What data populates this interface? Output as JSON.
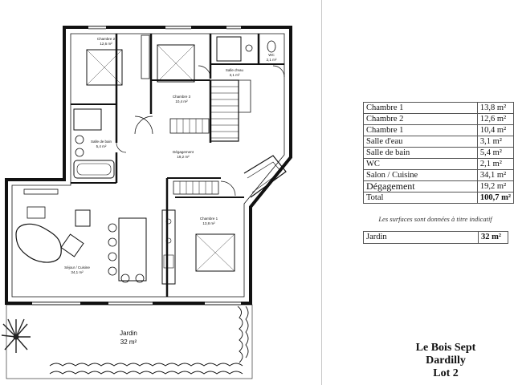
{
  "plan": {
    "rooms": {
      "chambre2": "Chambre 2",
      "chambre2_area": "12,6 m²",
      "chambre3": "Chambre 3",
      "chambre3_area": "10,4 m²",
      "salle_eau": "Salle d'eau",
      "salle_eau_area": "3,1 m²",
      "wc": "WC",
      "wc_area": "2,1 m²",
      "salle_bain": "Salle de bain",
      "salle_bain_area": "5,4 m²",
      "degagement": "Dégagement",
      "degagement_area": "19,2 m²",
      "chambre1": "Chambre 1",
      "chambre1_area": "13,8 m²",
      "sejour": "Séjour / Cuisine",
      "sejour_area": "34,1 m²",
      "jardin": "Jardin",
      "jardin_area": "32 m²"
    }
  },
  "surfaces": {
    "rows": [
      {
        "label": "Chambre 1",
        "value": "13,8 m²"
      },
      {
        "label": "Chambre 2",
        "value": "12,6 m²"
      },
      {
        "label": "Chambre 1",
        "value": "10,4 m²"
      },
      {
        "label": "Salle d'eau",
        "value": "3,1 m²"
      },
      {
        "label": "Salle de bain",
        "value": "5,4 m²"
      },
      {
        "label": "WC",
        "value": "2,1 m²"
      },
      {
        "label": "Salon / Cuisine",
        "value": "34,1 m²"
      },
      {
        "label": "Dégagement",
        "value": "19,2 m²"
      },
      {
        "label": "Total",
        "value": "100,7 m²"
      }
    ],
    "note": "Les surfaces sont données à titre indicatif",
    "garden": {
      "label": "Jardin",
      "value": "32 m²"
    }
  },
  "project": {
    "name": "Le Bois Sept",
    "city": "Dardilly",
    "lot": "Lot 2"
  }
}
